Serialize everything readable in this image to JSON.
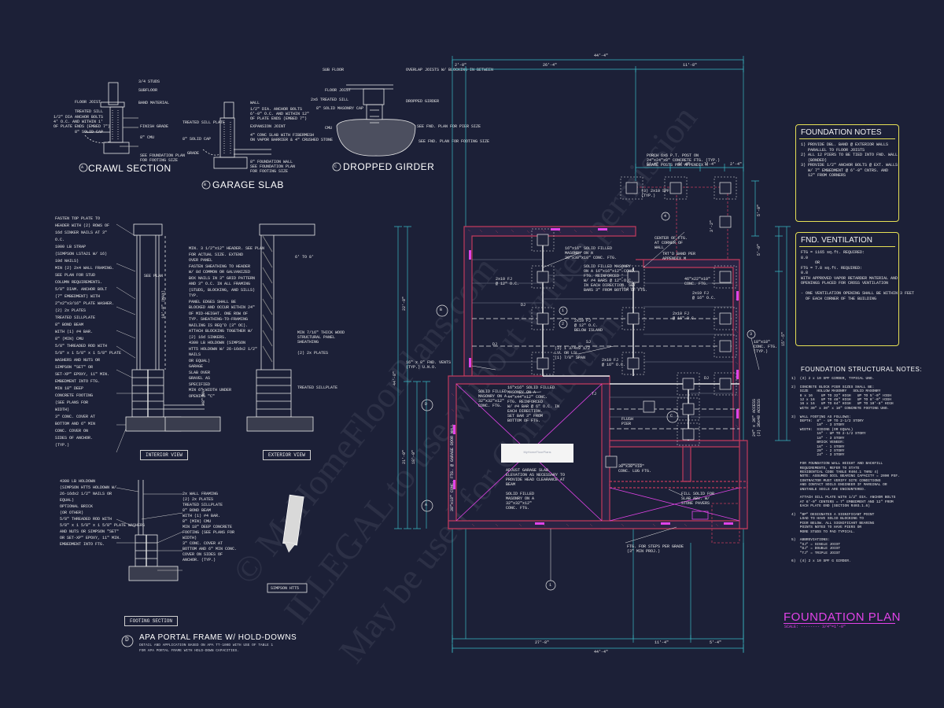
{
  "watermarks": {
    "line1": "© MyHomeFloorPlans.com",
    "line2": "ILLEGAL to use without written permission",
    "line3": "May be used for Construction"
  },
  "crawl_section": {
    "title": "CRAWL SECTION",
    "tag": "A",
    "notes": [
      "3/4 STUDS",
      "SUBFLOOR",
      "FLOOR JOIST",
      "BAND MATERIAL",
      "TREATED SILL",
      "1/2\" DIA ANCHOR BOLTS",
      "4' O.C. AND WITHIN 1'",
      "OF PLATE ENDS (EMBED 7\")",
      "FINISH GRADE",
      "8\" SOLID CAP",
      "8\" CMU",
      "SEE FOUNDATION PLAN",
      "FOR FOOTING SIZE"
    ]
  },
  "garage_slab": {
    "title": "GARAGE SLAB",
    "tag": "B",
    "notes": [
      "WALL",
      "1/2\" DIA. ANCHOR BOLTS",
      "6'-0\" O.C. AND WITHIN 12\"",
      "OF PLATE ENDS (EMBED 7\")",
      "EXPANSION JOINT",
      "4\" CONC SLAB WITH FIBERMESH",
      "ON VAPOR BARRIER & 4\" CRUSHED STONE",
      "8\" FOUNDATION WALL",
      "SEE FOUNDATION PLAN",
      "FOR FOOTING SIZE",
      "TREATED SILL PLATE",
      "8\" SOLID CAP",
      "GRADE"
    ]
  },
  "dropped_girder": {
    "title": "DROPPED GIRDER",
    "tag": "C",
    "notes": [
      "SUB FLOOR",
      "FLOOR JOIST",
      "2x6 TREATED SILL",
      "8\" SOLID MASONRY CAP",
      "CMU",
      "OVERLAP JOISTS W/ BLOCKING IN BETWEEN",
      "DROPPED GIRDER",
      "SEE FND. PLAN FOR PIER SIZE",
      "SEE FND. PLAN FOR FOOTING SIZE"
    ]
  },
  "interior_view": {
    "label": "INTERIOR VIEW",
    "notes": [
      "FASTEN TOP PLATE TO",
      "HEADER WITH (2) ROWS OF",
      "16d SINKER NAILS AT 3\"",
      "O.C.",
      "1000 LB STRAP",
      "(SIMPSON LSTA21 W/ 16)",
      "10d NAILS)",
      "MIN (2) 2x4 WALL FRAMING.",
      "SEE PLAN FOR STUD",
      "COLUMN REQUIREMENTS.",
      "5/8\" DIAM. ANCHOR BOLT",
      "(7\" EMBEDMENT) WITH",
      "2\"x2\"x3/16\" PLATE WASHER.",
      "(2) 2x PLATES",
      "TREATED SILLPLATE",
      "8\" BOND BEAM",
      "WITH (1) #4 BAR.",
      "8\" (MIN) CMU",
      "5/8\" THREADED ROD WITH",
      "5/8\" x 1 5/8\" x 1 5/8\" PLATE",
      "WASHERS AND NUTS OR",
      "SIMPSON \"SET\" OR",
      "SET-XP\" EPOXY, 11\" MIN.",
      "EMBEDMENT INTO FTG.",
      "MIN 18\" DEEP",
      "CONCRETE FOOTING",
      "(SEE PLANS FOR",
      "WIDTH)",
      "3\" CONC. COVER AT",
      "BOTTOM AND 6\" MIN",
      "CONC. COVER ON",
      "SIDES OF ANCHOR.",
      "(TYP.)"
    ],
    "center_notes": [
      "MIN. 3 1/2\"x12\" HEADER. SEE PLAN",
      "FOR ACTUAL SIZE. EXTEND",
      "OVER PANEL",
      "FASTEN SHEATHING TO HEADER",
      "W/ 8d COMMON OR GALVANIZED",
      "BOX NAILS IN 3\" GRID PATTERN",
      "AND 3\" O.C. IN ALL FRAMING",
      "(STUDS, BLOCKING, AND SILLS)",
      "TYP.",
      "PANEL EDGES SHALL BE",
      "BLOCKED AND OCCUR WITHIN 24\"",
      "OF MID-HEIGHT. ONE ROW OF",
      "TYP. SHEATHING-TO-FRAMING",
      "NAILING IS REQ'D (3\" OC).",
      "ATTACH BLOCKING TOGETHER W/",
      "(2) 16d SINKERS.",
      "4300 LB HOLDOWN (SIMPSON",
      "HTT5 HOLDOWN W/ 26-16dx2 1/2\"",
      "NAILS",
      "OR EQUAL)",
      "GARAGE",
      "SLAB OVER",
      "GRAVEL AS",
      "SPECIFIED",
      "MIN 6\" WIDTH UNDER",
      "OPENING \"C\""
    ],
    "dims": [
      "SEE PLAN",
      "10'-0\" (MAX)",
      "48\" MAX"
    ]
  },
  "exterior_view": {
    "label": "EXTERIOR VIEW",
    "notes": [
      "6' TO 8'",
      "MIN 7/16\" THICK WOOD",
      "STRUCTURAL PANEL",
      "SHEATHING",
      "(2) 2x PLATES",
      "TREATED SILLPLATE"
    ]
  },
  "footing_section": {
    "label": "FOOTING SECTION",
    "notes": [
      "4300 LB HOLDOWN",
      "(SIMPSON HTT5 HOLDOWN W/",
      "26-16dx2 1/2\" NAILS OR",
      "EQUAL)",
      "OPTIONAL BRICK",
      "(OR OTHER)",
      "5/8\" THREADED ROD WITH",
      "5/8\" x 1 5/8\" x 1 5/8\" PLATE WASHERS",
      "AND NUTS OR SIMPSON \"SET\"",
      "OR SET-XP\" EPOXY, 11\" MIN.",
      "EMBEDMENT INTO FTG.",
      "2x WALL FRAMING",
      "(2) 2x PLATES",
      "TREATED SILLPLATE",
      "8\" BOND BEAM",
      "WITH (1) #4 BAR.",
      "8\" (MIN) CMU",
      "MIN 18\" DEEP CONCRETE",
      "FOOTING (SEE PLANS FOR",
      "WIDTH)",
      "3\" CONC. COVER AT",
      "BOTTOM AND 6\" MIN CONC.",
      "COVER ON SIDES OF",
      "ANCHOR. (TYP.)"
    ]
  },
  "simpson": {
    "label": "SIMPSON HTT5"
  },
  "portal_frame": {
    "tag": "D",
    "title": "APA PORTAL FRAME W/ HOLD-DOWNS",
    "desc1": "DETAIL AND APPLICATION BASED ON APA TT-100D WITH USE OF TABLE 1",
    "desc2": "FOR APA PORTAL FRAME WITH HOLD-DOWN CAPACITIES."
  },
  "foundation_notes": {
    "title": "FOUNDATION NOTES",
    "body": "1) PROVIDE DBL. BAND @ EXTERIOR WALLS\n   PARALLEL TO FLOOR JOISTS\n2) ALL 12 PIERS TO BE TIED INTO FND. WALL\n   (BONDED)\n3) PROVIDE 1/2\" ANCHOR BOLTS @ EXT. WALLS\n   W/ 7\" EMBEDMENT @ 6'-0\" CNTRS. AND\n   12\" FROM CORNERS"
  },
  "fnd_ventilation": {
    "title": "FND. VENTILATION",
    "body": "FTG = 1165 sq.ft. REQUIRED:\n8.0\n      OR\nFTG = 7.8 sq.ft. REQUIRED:\n0.8\nWITH APPROVED VAPOR RETARDER MATERIAL AND\nOPENINGS PLACED FOR CROSS VENTILATION\n\n- ONE VENTILATION OPENING SHALL BE WITHIN 3 FEET\n  OF EACH CORNER OF THE BUILDING"
  },
  "structural_notes": {
    "title": "FOUNDATION STRUCTURAL NOTES:",
    "body": "1)  (3) 2 x 10 SPF GIRDER, TYPICAL UNO.\n\n2)  CONCRETE BLOCK PIER SIZES SHALL BE:\n    SIZE    HOLLOW MASONRY   SOLID MASONRY\n    8 x 16    UP TO 32\" HIGH   UP TO 5'-0\" HIGH\n    12 x 16   UP TO 48\" HIGH   UP TO 8'-0\" HIGH\n    16 x 16   UP TO 64\" HIGH   UP TO 10'-8\" HIGH\n    WITH 30\" x 30\" x 10\" CONCRETE FOOTING UNO.\n\n3)  WALL FOOTING AS FOLLOWS:\n    DEPTH:  8\" - UP TO 2-1/2 STORY\n            10\" - 3 STORY\n    WIDTH:  SIDING (OR EQUAL)\n            16\" - UP TO 2-1/2 STORY\n            18\" - 3 STORY\n            BRICK VENEER:\n            16\" - 1 STORY\n            20\" - 2 STORY\n            24\" - 3 STORY\n\n    FOR FOUNDATION WALL HEIGHT AND BACKFILL\n    REQUIREMENTS, REFER TO STATE\n    RESIDENTIAL CODE TABLE R404.1 THRU 4)\n    NOTE: ASSUMED SOIL BEARING CAPACITY = 2000 PSF.\n    CONTRACTOR MUST VERIFY SITE CONDITIONS\n    AND CONTACT SOILS ENGINEER IF MARGINAL OR\n    UNSTABLE SOILS ARE ENCOUNTERED.\n\n    ATTACH SILL PLATE WITH 1/2\" DIA. ANCHOR BOLTS\n    AT 6'-0\" CENTERS = 7\" EMBEDMENT AND 12\" FROM\n    EACH PLATE END (SECTION R403.1.6)\n\n4)  \"BP\" DESIGNATES A SIGNIFICANT POINT\n    LOAD TO HAVE SOLID BLOCKING TO\n    PIER BELOW. ALL SIGNIFICANT BEARING\n    POINTS NOTED TO HAVE PIERS OR\n    MORE STUDS TO PAD TYPICAL.\n\n5)  ABBREVIATIONS:\n    \"SJ\" = SINGLE JOIST\n    \"DJ\" = DOUBLE JOIST\n    \"TJ\" = TRIPLE JOIST\n\n6)  (4) 2 x 10 SPF G GIRDER."
  },
  "plan": {
    "title": "FOUNDATION PLAN",
    "scale": "SCALE: -------- 3/4\"=1'-0\"",
    "dims_top": [
      "44'-4\"",
      "2'-0\"",
      "26'-4\"",
      "11'-8\"",
      "5'-4\"",
      "9'-4\"",
      "7'-4\"",
      "7'-4\"",
      "2'-4\""
    ],
    "dims_bottom": [
      "44'-4\"",
      "27'-8\"",
      "11'-4\"",
      "5'-4\""
    ],
    "dims_left": [
      "44'-8\"",
      "22'-8\"",
      "21'-0\"",
      "18'-0\""
    ],
    "dims_right": [
      "15'-5\"",
      "5'-0\"",
      "5'-0\"",
      "3'-2\""
    ],
    "notes": {
      "porch": "PORCH 6x6 P.T. POST ON\n24\"x24\"x8\" CONCRETE FTG. (TYP.)\nBRACE POSTS PER APPENDIX M",
      "girder_porch": "(3) 2x10 SPF\n(TYP.)",
      "center_ftg": "CENTER OF FTG.\nAT CORNER OF\nWALL",
      "trtd": "TRT'D BAND PER\nAPPENDIX M",
      "masonry1": "16\"x16\" SOLID FILLED\nMASONRY ON A\n30\"x30\"x10\" CONC. FTG.",
      "masonry2": "SOLID FILLED MASONRY\nON A 16\"x16\"x12\" CONC.\nFTG. REINFORCED\nW/ #4 BARS @ 12\" O.C.\nIN EACH DIRECTION. SET\nBARS 3\" FROM BOTTOM OF FTG.",
      "fj1": "2x10 FJ\n@ 12\" O.C.",
      "fj2": "2x10 FJ\n@ 16\" O.C.",
      "fj3": "2x10 FJ\n@ 12\" O.C.\nBELOW ISLAND",
      "fj4": "2x10 FJ\n@ 16\" O.C.",
      "fj5": "2x10 FJ\n@ 16\" O.C.",
      "ftg_46": "46\"x22\"x10\"\nCONC. FTG.",
      "ftg_18": "18\"x18\"\nCONC. FTG.\n(TYP.)",
      "vents": "16\" x 8\" FND. VENTS\n(TYP.) U.N.O.",
      "lvl": "(3) 1 3/4x9 1/2\nLVL OR LSL\n(1) 7/8\" SPAN",
      "solid_ftg": "16\"x16\" SOLID FILLED\nMASONRY ON A\n44\"x44\"x12\" CONC.\nFTG. REINFORCED\nW/ #4 BAR @ 6\" O.C. IN\nEACH DIRECTION.\nSET BAR 3\" FROM\nBOTTOM OF FTG.",
      "solid_ftg2": "SOLID FILLED\nMASONRY ON A\n32\"x32\"x12\"\nCONC. FTG.",
      "flush": "FLUSH\nPIER",
      "access": "24\" x 36\" ACCESS\n(2) 36x48 ACCESS",
      "garage_door": "38\"x18\" CONC. FTG. @ GARAGE DOOR WALL",
      "adjust": "ADJUST GARAGE SLAB\nELEVATION AS NECESSARY TO\nPROVIDE HEAD CLEARANCE AT\nBEAM",
      "solid_ftg3": "SOLID FILLED\nMASONRY ON A\n32\"x32\"x12\"\nCONC. FTG.",
      "conc30": "30\"x30\"x10\"\nCONC. LUG FTG.",
      "fill": "FILL SOLID FOR\nSLAB ABV. W/\nSTONE PAVERS",
      "steps": "FTG. FOR STEPS PER GRADE\n(3\" MIN PROJ.)",
      "dj": "DJ",
      "tj": "TJ",
      "sj": "SJ"
    },
    "tags": [
      "1",
      "2",
      "3",
      "4",
      "C",
      "D"
    ],
    "section_tags": [
      "B",
      "D",
      "C",
      "A"
    ],
    "logo": "MyHomeFloorPlans"
  },
  "colors": {
    "background": "#1c2037",
    "line": "#e8e8e8",
    "dimension": "#39b8c4",
    "wall": "#c13a5c",
    "accent": "#e243e8",
    "notebox": "#e6e055"
  }
}
